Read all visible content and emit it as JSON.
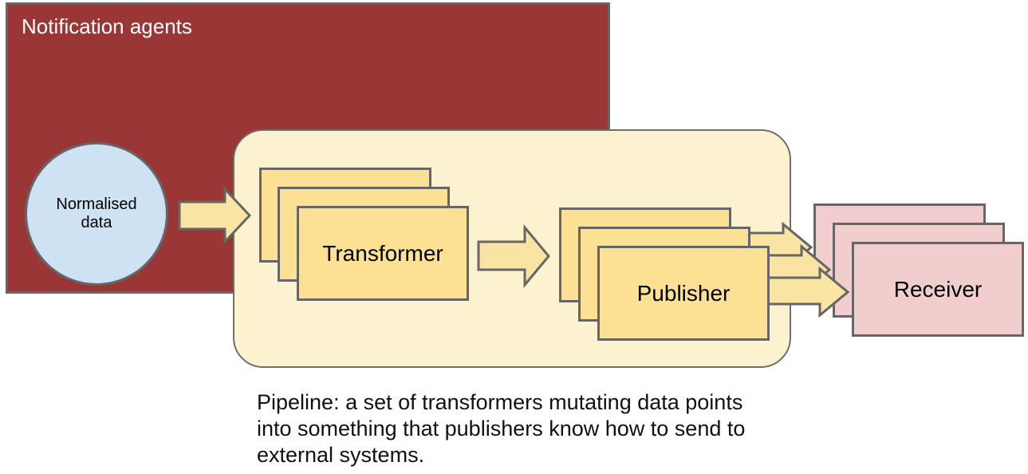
{
  "title": "Notification agents",
  "nodes": {
    "source": {
      "label": "Normalised data"
    },
    "transformer": {
      "label": "Transformer"
    },
    "publisher": {
      "label": "Publisher"
    },
    "receiver": {
      "label": "Receiver"
    }
  },
  "caption": {
    "lines": [
      "Pipeline: a set of transformers mutating data points",
      "into something that publishers know how to send to",
      "external systems."
    ]
  },
  "colors": {
    "container_fill": "#9a3636",
    "pipeline_fill": "#fcf2d0",
    "node_fill": "#fce094",
    "arrow_fill": "#f9e4a4",
    "receiver_fill": "#f2cdce",
    "source_fill": "#cfe2f3",
    "stroke": "#666666",
    "title_color": "#ffffff",
    "text_color": "#000000"
  }
}
